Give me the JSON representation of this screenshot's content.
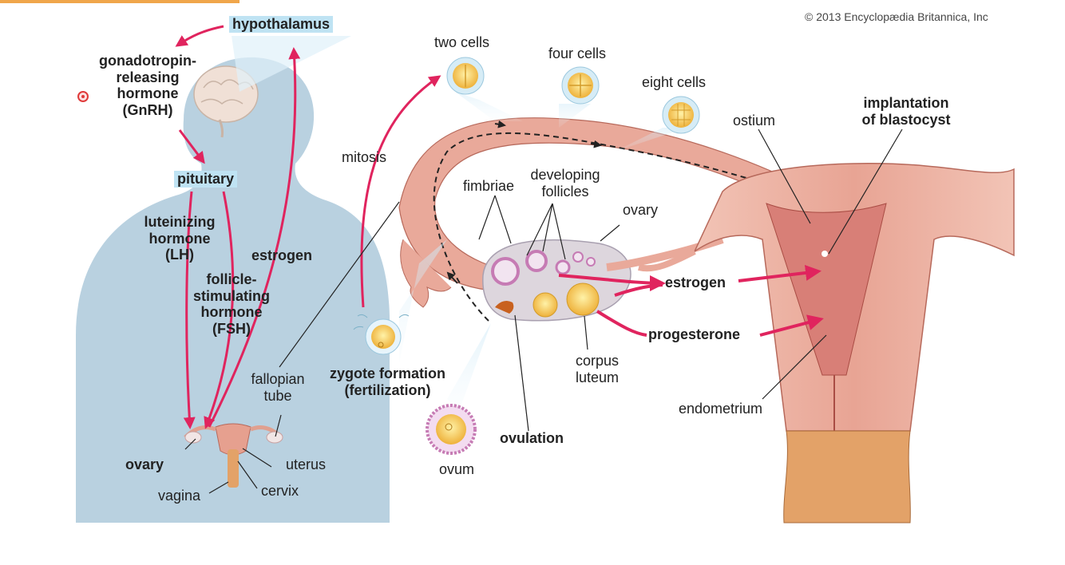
{
  "copyright": "© 2013 Encyclopædia Britannica, Inc",
  "labels": {
    "hypothalamus": "hypothalamus",
    "gnrh": [
      "gonadotropin-",
      "releasing",
      "hormone",
      "(GnRH)"
    ],
    "pituitary": "pituitary",
    "lh": [
      "luteinizing",
      "hormone",
      "(LH)"
    ],
    "estrogen_body": "estrogen",
    "fsh": [
      "follicle-",
      "stimulating",
      "hormone",
      "(FSH)"
    ],
    "fallopian_tube": [
      "fallopian",
      "tube"
    ],
    "ovary_small": "ovary",
    "uterus": "uterus",
    "vagina": "vagina",
    "cervix": "cervix",
    "two_cells": "two cells",
    "four_cells": "four cells",
    "eight_cells": "eight cells",
    "mitosis": "mitosis",
    "fimbriae": "fimbriae",
    "developing_follicles": [
      "developing",
      "follicles"
    ],
    "ovary": "ovary",
    "ostium": "ostium",
    "implantation": [
      "implantation",
      "of blastocyst"
    ],
    "estrogen_ovary": "estrogen",
    "progesterone": "progesterone",
    "zygote": [
      "zygote formation",
      "(fertilization)"
    ],
    "corpus_luteum": [
      "corpus",
      "luteum"
    ],
    "endometrium": "endometrium",
    "ovulation": "ovulation",
    "ovum": "ovum"
  },
  "colors": {
    "silhouette": "#b9d1e0",
    "arrow": "#e0245e",
    "highlight": "#bfe3f3",
    "tissue": "#e9a99a",
    "cell": "#f2c04a"
  }
}
